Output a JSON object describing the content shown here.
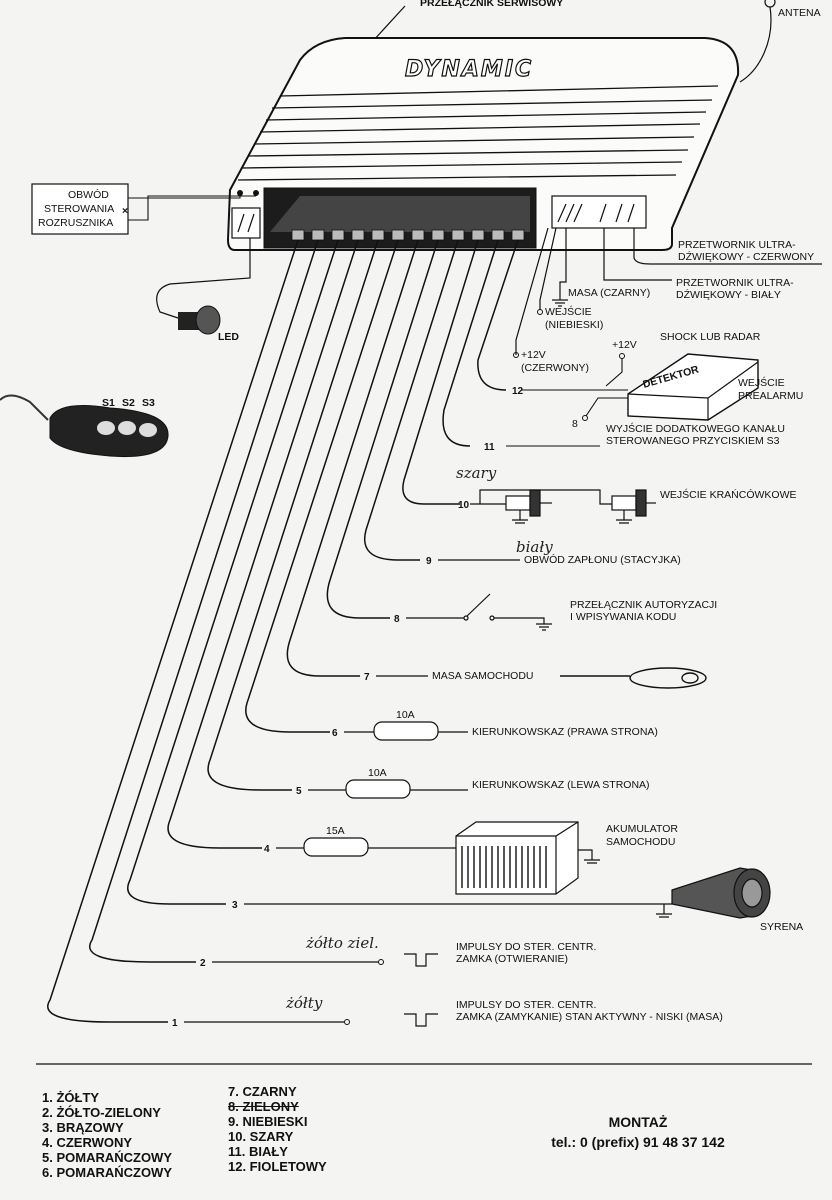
{
  "header": {
    "service_switch": "PRZEŁĄCZNIK SERWISOWY",
    "antenna": "ANTENA",
    "brand": "DYNAMIC"
  },
  "left_labels": {
    "starter_circuit": [
      "OBWÓD",
      "STEROWANIA",
      "ROZRUSZNIKA"
    ],
    "led": "LED",
    "remote_buttons": [
      "S1",
      "S2",
      "S3"
    ]
  },
  "right_labels": {
    "ultrasonic_red": [
      "PRZETWORNIK ULTRA-",
      "DŹWIĘKOWY - CZERWONY"
    ],
    "ultrasonic_white": [
      "PRZETWORNIK ULTRA-",
      "DŹWIĘKOWY - BIAŁY"
    ],
    "ground_black": "MASA (CZARNY)",
    "input_blue": [
      "WEJŚCIE",
      "(NIEBIESKI)"
    ],
    "plus12_red": [
      "+12V",
      "(CZERWONY)"
    ],
    "detector_plus12": "+12V",
    "shock_radar": "SHOCK LUB RADAR",
    "detector": "DETEKTOR",
    "prealarm": [
      "WEJŚCIE",
      "PREALARMU"
    ],
    "wire_8_small": "8",
    "aux_output": [
      "WYJŚCIE DODATKOWEGO KANAŁU",
      "STEROWANEGO PRZYCISKIEM S3"
    ]
  },
  "wires": [
    {
      "num": "12"
    },
    {
      "num": "11"
    },
    {
      "num": "10",
      "label": "WEJŚCIE KRAŃCÓWKOWE",
      "hand": "szary"
    },
    {
      "num": "9",
      "label": "OBWÓD ZAPŁONU (STACYJKA)",
      "hand": "biały"
    },
    {
      "num": "8",
      "label": [
        "PRZEŁĄCZNIK AUTORYZACJI",
        "I WPISYWANIA KODU"
      ]
    },
    {
      "num": "7",
      "label": "MASA SAMOCHODU"
    },
    {
      "num": "6",
      "label": "KIERUNKOWSKAZ (PRAWA STRONA)",
      "fuse": "10A"
    },
    {
      "num": "5",
      "label": "KIERUNKOWSKAZ (LEWA STRONA)",
      "fuse": "10A"
    },
    {
      "num": "4",
      "label": [
        "AKUMULATOR",
        "SAMOCHODU"
      ],
      "fuse": "15A"
    },
    {
      "num": "3",
      "label": "SYRENA"
    },
    {
      "num": "2",
      "label": [
        "IMPULSY DO STER. CENTR.",
        "ZAMKA (OTWIERANIE)"
      ],
      "hand": "żółto ziel."
    },
    {
      "num": "1",
      "label": [
        "IMPULSY DO STER. CENTR.",
        "ZAMKA (ZAMYKANIE) STAN AKTYWNY - NISKI (MASA)"
      ],
      "hand": "żółty"
    }
  ],
  "legend_col1": [
    "1. ŻÓŁTY",
    "2. ŻÓŁTO-ZIELONY",
    "3. BRĄZOWY",
    "4. CZERWONY",
    "5. POMARAŃCZOWY",
    "6. POMARAŃCZOWY"
  ],
  "legend_col2": [
    "7. CZARNY",
    "8. ZIELONY",
    "9. NIEBIESKI",
    "10. SZARY",
    "11. BIAŁY",
    "12. FIOLETOWY"
  ],
  "montaz": {
    "title": "MONTAŻ",
    "phone": "tel.: 0 (prefix) 91 48 37 142"
  }
}
